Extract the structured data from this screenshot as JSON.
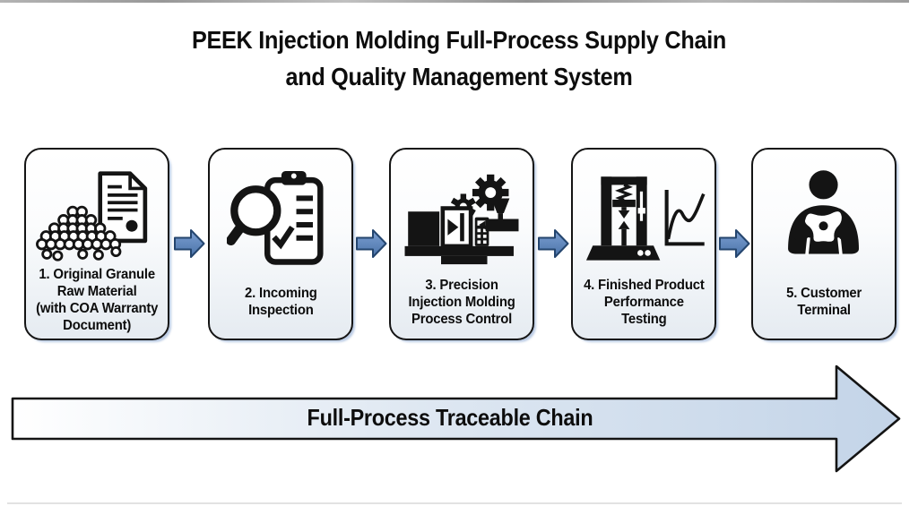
{
  "title": "PEEK Injection Molding Full-Process Supply Chain\nand Quality Management System",
  "steps": [
    {
      "label": "1. Original Granule\nRaw Material\n(with COA Warranty\nDocument)",
      "icon": "granule-pile-coa-document-icon"
    },
    {
      "label": "2. Incoming\nInspection",
      "icon": "magnifier-clipboard-icon"
    },
    {
      "label": "3. Precision\nInjection Molding\nProcess Control",
      "icon": "injection-molding-machine-gears-icon"
    },
    {
      "label": "4. Finished Product\nPerformance\nTesting",
      "icon": "tensile-testing-machine-chart-icon"
    },
    {
      "label": "5. Customer\nTerminal",
      "icon": "customer-holding-part-icon"
    }
  ],
  "connectors": {
    "icon": "flow-arrow-icon",
    "count": 4
  },
  "bottom_arrow": {
    "label": "Full-Process Traceable Chain"
  },
  "colors": {
    "background": "#ffffff",
    "text": "#0d0d0d",
    "box_border": "#141414",
    "box_gradient_bottom": "#e5ebf1",
    "box_shadow_blue": "#82a0cd",
    "connector_fill_top": "#7397cb",
    "connector_fill_bottom": "#4e77ad",
    "connector_stroke": "#24456e",
    "big_arrow_gradient_left": "#ffffff",
    "big_arrow_gradient_right": "#c3d4e8",
    "big_arrow_stroke": "#141414"
  }
}
